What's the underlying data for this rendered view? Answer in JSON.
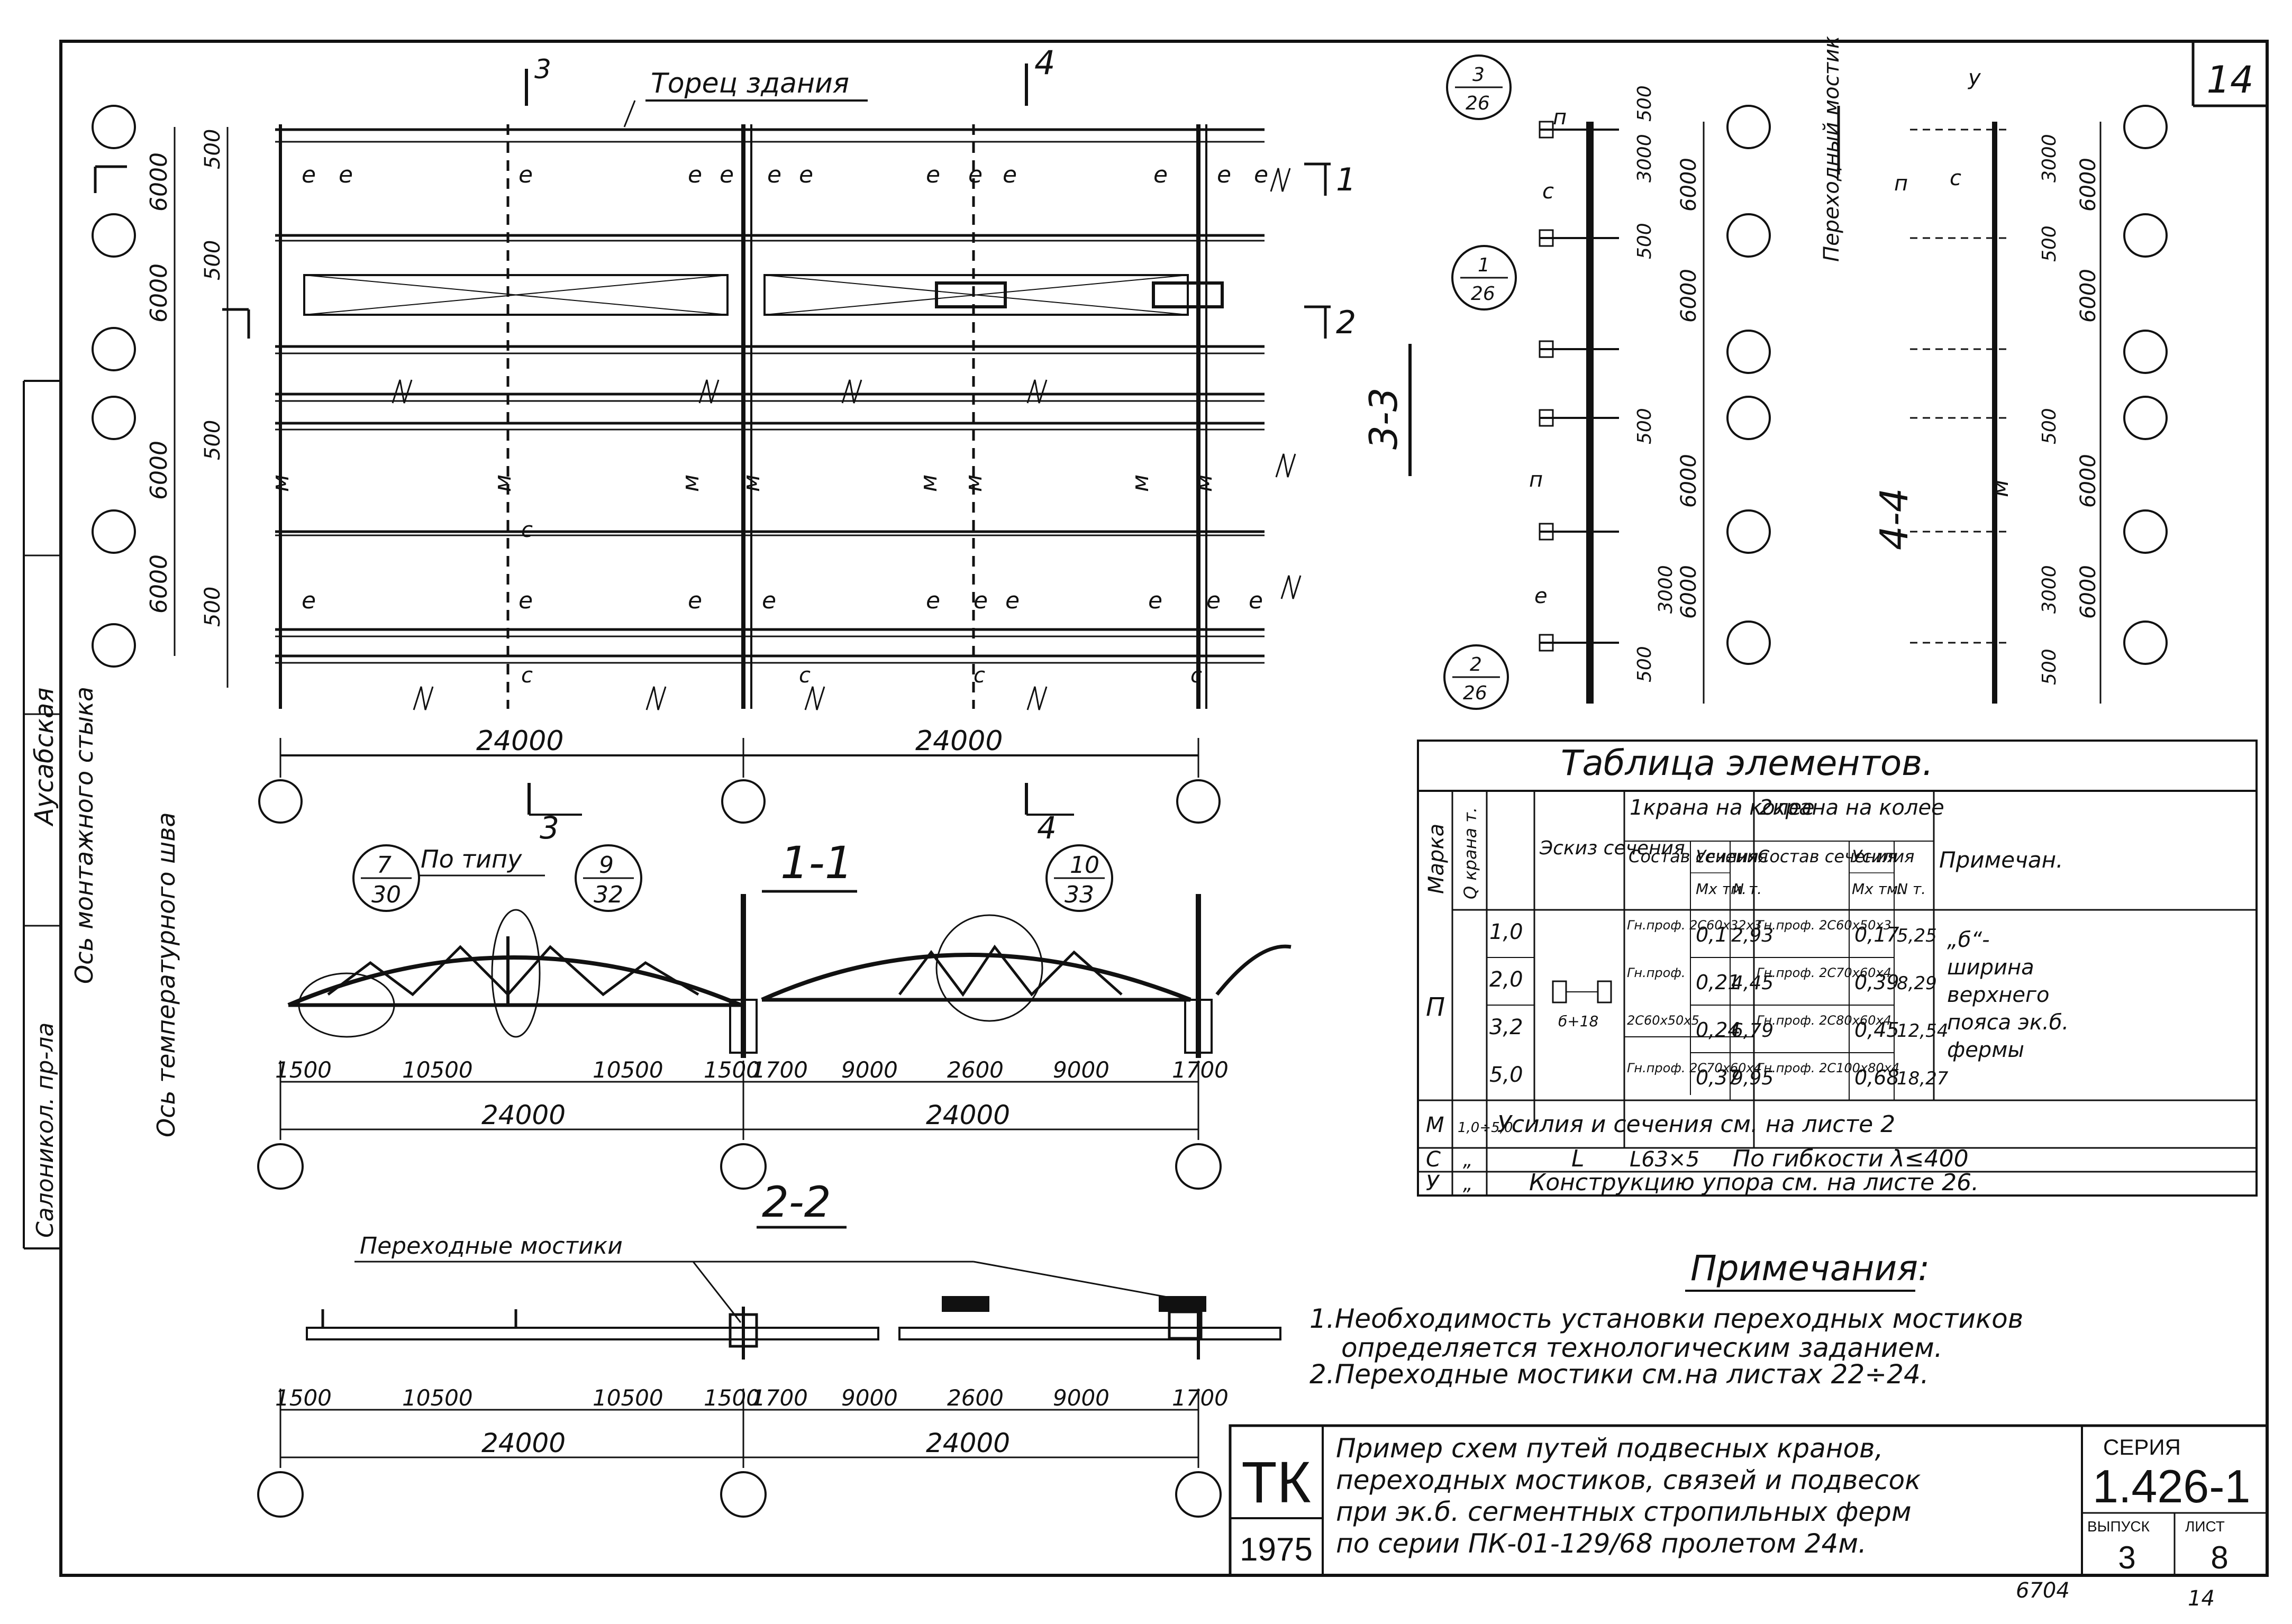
{
  "sheet": {
    "corner_number": "14",
    "bottom_number": "6704",
    "bottom_number2": "14"
  },
  "side_stamp": {
    "line1": "Ось монтажного стыка",
    "line2": "Ось температурного шва",
    "line3": "Аусабская",
    "line4": "Салоникол. пр-ла"
  },
  "plan": {
    "title": "Торец здания",
    "dims_vertical": [
      "6000",
      "6000",
      "6000",
      "6000",
      "500",
      "500",
      "500",
      "500"
    ],
    "spans": [
      "24000",
      "24000"
    ],
    "section_marks": [
      "3",
      "4",
      "1",
      "2"
    ],
    "element_labels": [
      "e",
      "c",
      "м"
    ]
  },
  "section_33": {
    "title": "3-3",
    "dims": [
      "6000",
      "6000",
      "6000",
      "6000",
      "500",
      "500",
      "500",
      "500",
      "3000",
      "3000"
    ],
    "callouts": [
      {
        "num": "3",
        "den": "26"
      },
      {
        "num": "1",
        "den": "26"
      },
      {
        "num": "2",
        "den": "26"
      }
    ],
    "labels": [
      "п",
      "с",
      "м",
      "е"
    ]
  },
  "section_44": {
    "title": "4-4",
    "label": "Переходный мостик",
    "dims": [
      "6000",
      "6000",
      "6000",
      "6000",
      "500",
      "500",
      "500",
      "3000",
      "3000"
    ],
    "labels": [
      "у",
      "п",
      "с",
      "м"
    ]
  },
  "section_11": {
    "title": "1-1",
    "note": "По типу",
    "callouts": [
      {
        "num": "7",
        "den": "30"
      },
      {
        "num": "9",
        "den": "32"
      },
      {
        "num": "10",
        "den": "33"
      }
    ],
    "dims": [
      "1500",
      "10500",
      "10500",
      "1500",
      "1700",
      "9000",
      "2600",
      "9000",
      "1700"
    ],
    "spans": [
      "24000",
      "24000"
    ]
  },
  "section_22": {
    "title": "2-2",
    "label": "Переходные мостики",
    "dims": [
      "1500",
      "10500",
      "10500",
      "1500",
      "1700",
      "9000",
      "2600",
      "9000",
      "1700"
    ],
    "spans": [
      "24000",
      "24000"
    ]
  },
  "table": {
    "title": "Таблица элементов.",
    "headers": {
      "mark": "Марка",
      "crane": "Q крана т.",
      "sketch": "Эскиз сечения",
      "group1": "1крана на колее",
      "group2": "2крана на колее",
      "composition": "Состав сечения",
      "forces": "Усилия",
      "mx": "Мх тм.",
      "n": "N т.",
      "note": "Примечан."
    },
    "rows": [
      {
        "q": "1,0",
        "c1": "Гн.проф. 2С60х32х3",
        "mx1": "0,1",
        "n1": "2,93",
        "c2": "Гн.проф. 2С60х50х3",
        "mx2": "0,17",
        "n2": "5,25"
      },
      {
        "q": "2,0",
        "c1": "Гн.проф.",
        "mx1": "0,21",
        "n1": "4,45",
        "c2": "Гн.проф. 2С70х60х4",
        "mx2": "0,39",
        "n2": "8,29"
      },
      {
        "q": "3,2",
        "c1": "2С60х50х5",
        "mx1": "0,24",
        "n1": "6,79",
        "c2": "Гн.проф. 2С80х60х4",
        "mx2": "0,45",
        "n2": "12,54"
      },
      {
        "q": "5,0",
        "c1": "Гн.проф. 2С70х60х4",
        "mx1": "0,37",
        "n1": "9,95",
        "c2": "Гн.проф. 2С100х80х4",
        "mx2": "0,68",
        "n2": "18,27"
      }
    ],
    "mark_p": "П",
    "sketch_label": "б+18",
    "note_text": [
      "„б“-",
      "ширина",
      "верхнего",
      "пояса эк.б.",
      "фермы"
    ],
    "row_m": {
      "mark": "М",
      "q": "1,0÷5,0",
      "text": "Усилия и сечения см. на листе 2"
    },
    "row_s": {
      "mark": "С",
      "q": "„",
      "sketch": "L",
      "comp": "L63×5",
      "text": "По гибкости λ≤400"
    },
    "row_u": {
      "mark": "У",
      "q": "„",
      "text": "Конструкцию упора см. на листе 26."
    }
  },
  "notes": {
    "title": "Примечания:",
    "items": [
      "1.Необходимость установки переходных мостиков",
      "определяется технологическим заданием.",
      "2.Переходные мостики см.на листах 22÷24."
    ]
  },
  "titleblock": {
    "logo": "ТК",
    "year": "1975",
    "desc": [
      "Пример схем путей подвесных кранов,",
      "переходных мостиков, связей и подвесок",
      "при эк.б. сегментных стропильных ферм",
      "по серии ПК-01-129/68 пролетом 24м."
    ],
    "series_label": "СЕРИЯ",
    "series": "1.426-1",
    "issue_label": "ВЫПУСК",
    "issue": "3",
    "sheet_label": "ЛИСТ",
    "sheet": "8"
  }
}
